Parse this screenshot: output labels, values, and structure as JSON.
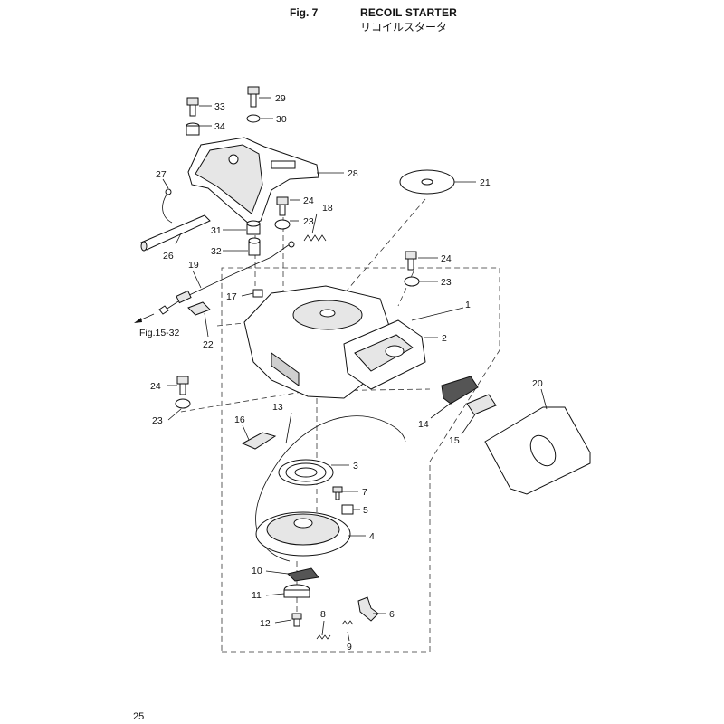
{
  "header": {
    "fig_label": "Fig. 7",
    "title_en": "RECOIL STARTER",
    "title_jp": "リコイルスタータ"
  },
  "page_number": "25",
  "reference_note": "Fig.15-32",
  "callouts": {
    "c1": "1",
    "c2": "2",
    "c3": "3",
    "c4": "4",
    "c5": "5",
    "c6": "6",
    "c7": "7",
    "c8": "8",
    "c9": "9",
    "c10": "10",
    "c11": "11",
    "c12": "12",
    "c13": "13",
    "c14": "14",
    "c15": "15",
    "c16": "16",
    "c17": "17",
    "c18": "18",
    "c19": "19",
    "c20": "20",
    "c21": "21",
    "c22": "22",
    "c23a": "23",
    "c23b": "23",
    "c23c": "23",
    "c24a": "24",
    "c24b": "24",
    "c24c": "24",
    "c26": "26",
    "c27": "27",
    "c28": "28",
    "c29": "29",
    "c30": "30",
    "c31": "31",
    "c32": "32",
    "c33": "33",
    "c34": "34"
  }
}
